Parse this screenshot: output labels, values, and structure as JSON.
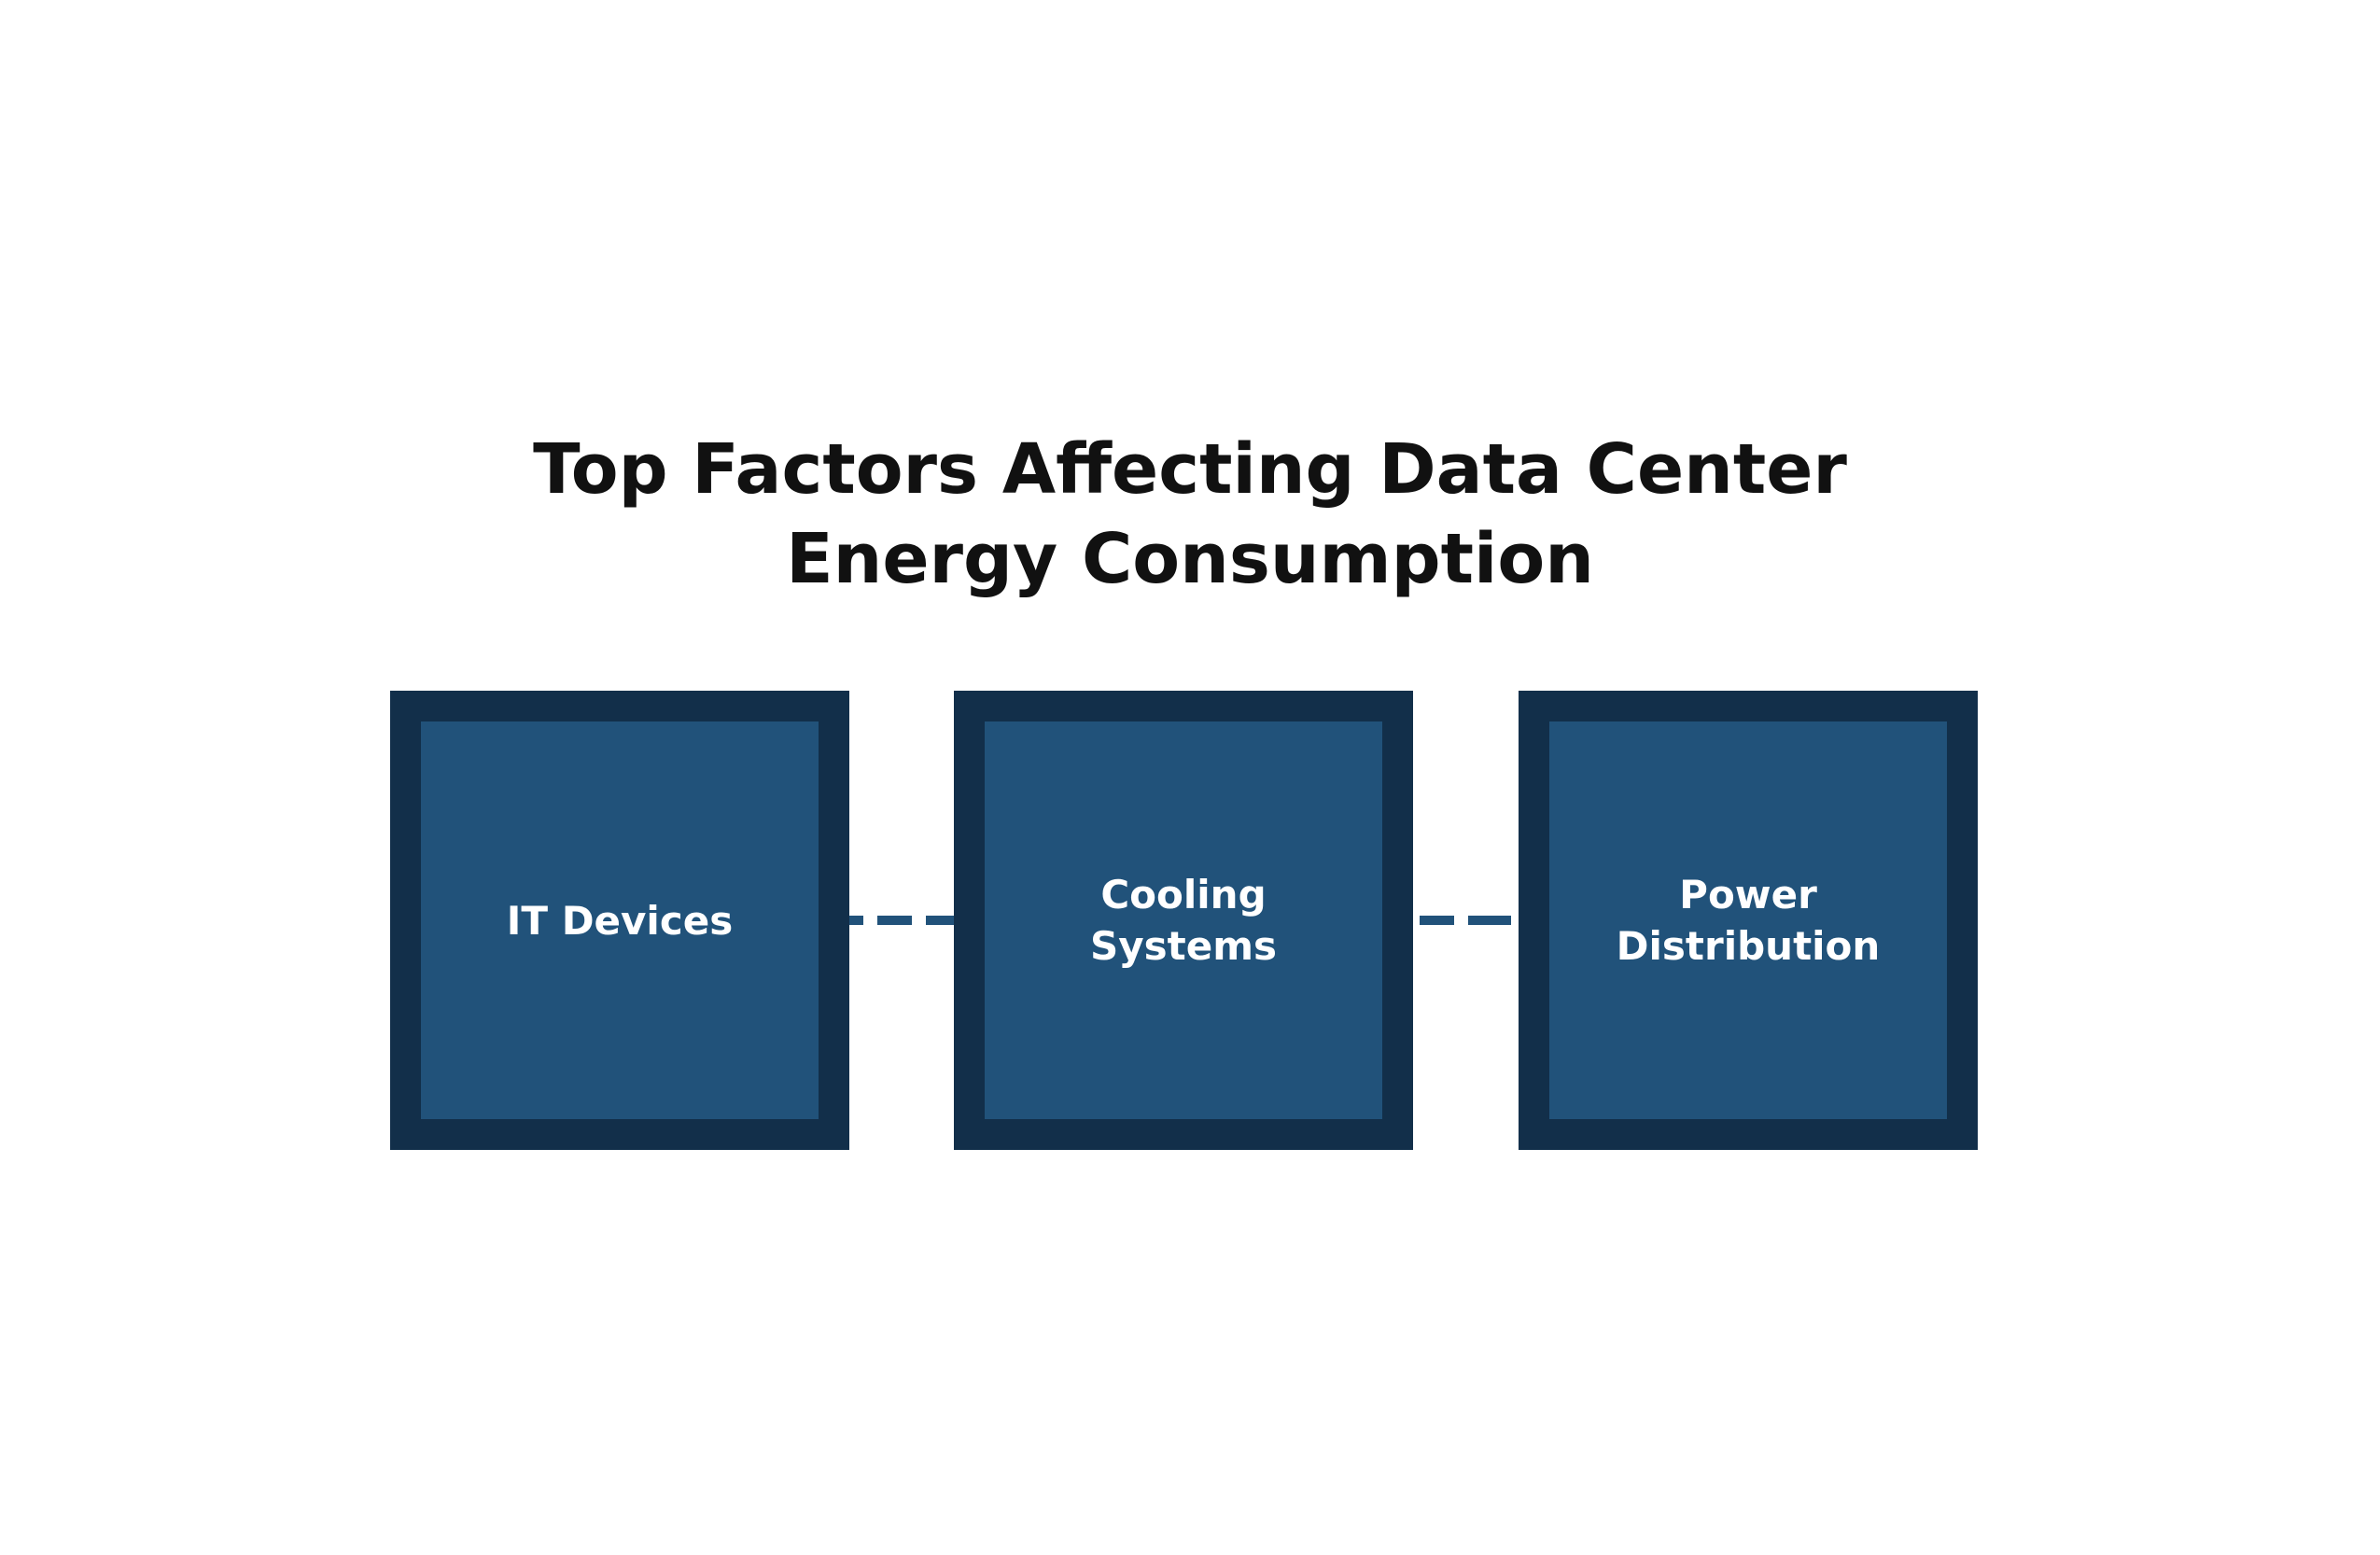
{
  "diagram": {
    "title_lines": [
      "Top Factors Affecting Data Center",
      "Energy Consumption"
    ],
    "nodes": [
      {
        "label": "IT Devices"
      },
      {
        "label": "Cooling Systems"
      },
      {
        "label": "Power\nDistribution"
      }
    ],
    "edge_style": "dashed",
    "colors": {
      "node_fill": "#21527a",
      "node_border": "#122f4a",
      "node_text": "#ffffff",
      "connector": "#21527a",
      "title": "#111111"
    }
  }
}
